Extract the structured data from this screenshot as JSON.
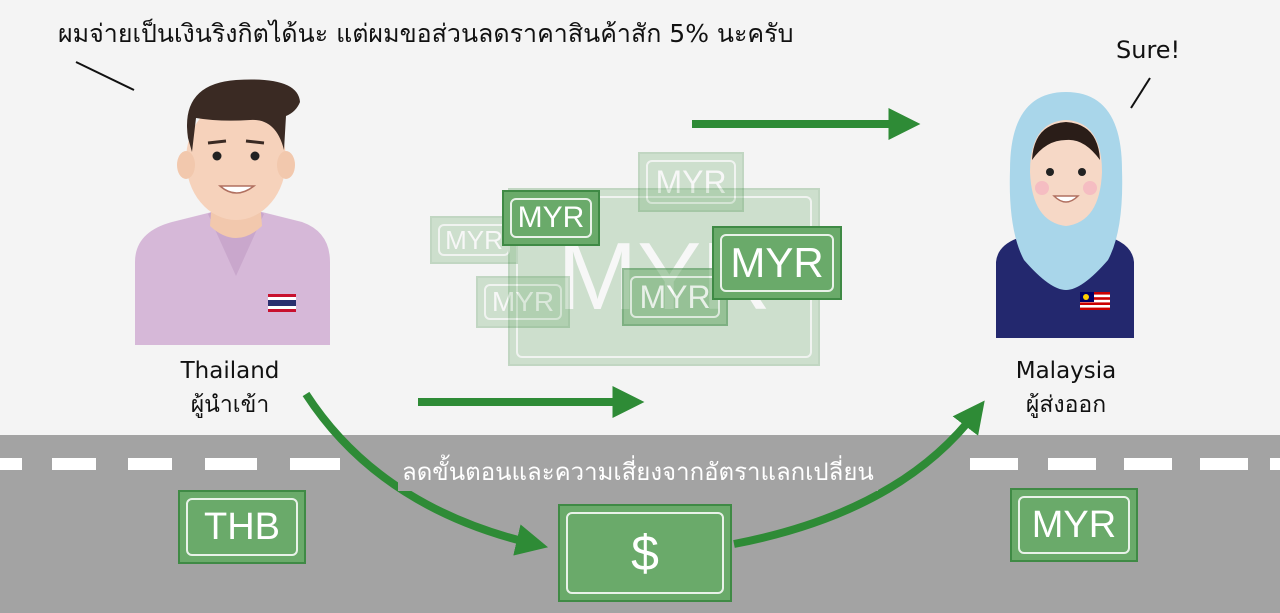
{
  "speech": {
    "importer": "ผมจ่ายเป็นเงินริงกิตได้นะ แต่ผมขอส่วนลดราคาสินค้าสัก 5% นะครับ",
    "exporter": "Sure!"
  },
  "importer": {
    "country": "Thailand",
    "role": "ผู้นำเข้า"
  },
  "exporter": {
    "country": "Malaysia",
    "role": "ผู้ส่งออก"
  },
  "road_caption": "ลดขั้นตอนและความเสี่ยงจากอัตราแลกเปลี่ยน",
  "bills": {
    "thb": "THB",
    "myr": "MYR",
    "dollar": "$",
    "big_faded": "MYR",
    "myr_floating": [
      "MYR",
      "MYR",
      "MYR",
      "MYR",
      "MYR",
      "MYR"
    ]
  },
  "colors": {
    "money_green": "#6aaa6a",
    "arrow_green": "#2e8b36",
    "road": "#a3a3a3"
  }
}
